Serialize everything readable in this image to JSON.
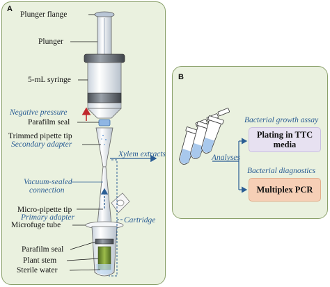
{
  "panel_a": {
    "label": "A",
    "labels": {
      "plunger_flange": "Plunger flange",
      "plunger": "Plunger",
      "syringe": "5-mL syringe",
      "negative_pressure": "Negative pressure",
      "parafilm_seal_top": "Parafilm seal",
      "trimmed_tip_line1": "Trimmed pipette tip",
      "trimmed_tip_line2": "Secondary adapter",
      "xylem_extracts": "Xylem extracts",
      "vacuum_line1": "Vacuum-sealed",
      "vacuum_line2": "connection",
      "micro_tip_line1": "Micro-pipette tip",
      "micro_tip_line2": "Primary adapter",
      "cartridge": "Cartridge",
      "microfuge_tube": "Microfuge tube",
      "parafilm_seal_bottom": "Parafilm seal",
      "plant_stem": "Plant stem",
      "sterile_water": "Sterile water"
    }
  },
  "panel_b": {
    "label": "B",
    "analyses": "Analyses",
    "growth_title": "Bacterial growth assay",
    "plating": "Plating in TTC media",
    "diagnostics_title": "Bacterial diagnostics",
    "pcr": "Multiplex PCR"
  },
  "colors": {
    "panel_bg": "#eaf1df",
    "panel_border": "#8aa06a",
    "accent_blue": "#2a5d94",
    "arrow_red": "#c0282d",
    "plating_bg": "#e7e1f1",
    "pcr_bg": "#f6cfb6"
  }
}
